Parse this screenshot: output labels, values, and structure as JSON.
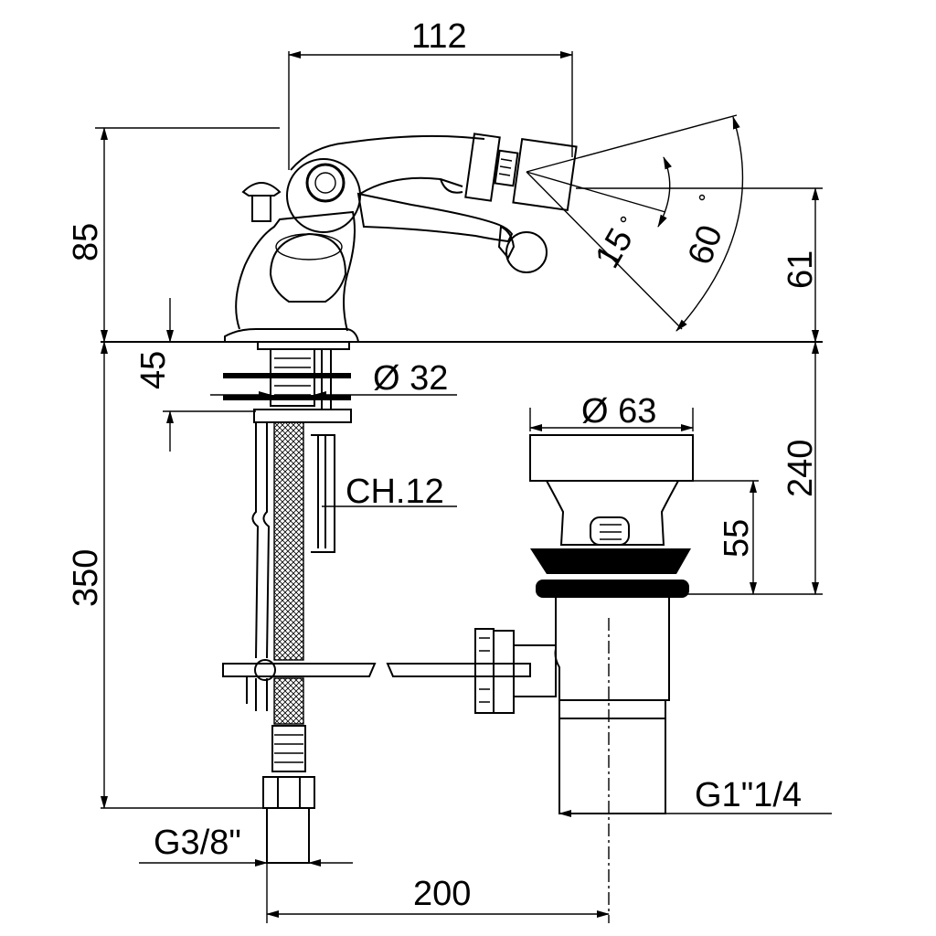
{
  "dimensions": {
    "width_top": "112",
    "height_spout": "85",
    "height_spray": "61",
    "angle_inner": "15",
    "angle_outer": "60",
    "below_deck": "45",
    "diameter_body": "Ø 32",
    "hex_wrench": "CH.12",
    "diameter_waste": "Ø 63",
    "waste_height": "240",
    "waste_pop": "55",
    "hose_length": "350",
    "inlet_thread": "G3/8\"",
    "waste_thread": "G1\"1/4",
    "distance": "200"
  }
}
